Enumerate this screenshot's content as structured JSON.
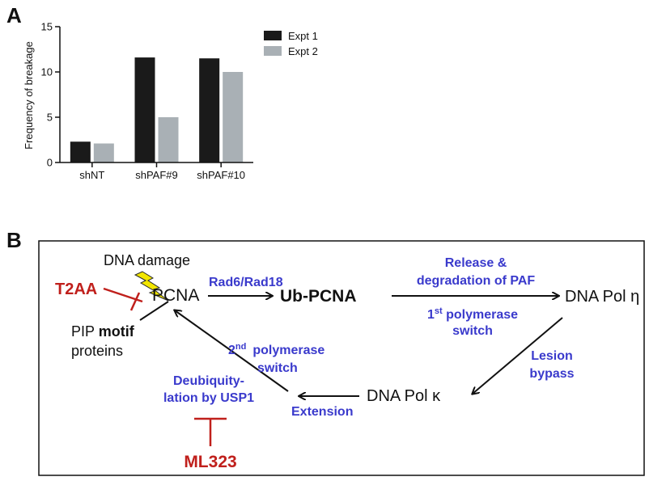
{
  "panel_a_label": "A",
  "panel_b_label": "B",
  "chart_data": {
    "type": "bar",
    "title": "",
    "xlabel": "",
    "ylabel": "Frequency of breakage",
    "ylim": [
      0,
      15
    ],
    "yticks": [
      0,
      5,
      10,
      15
    ],
    "categories": [
      "shNT",
      "shPAF#9",
      "shPAF#10"
    ],
    "series": [
      {
        "name": "Expt 1",
        "values": [
          2.3,
          11.6,
          11.5
        ],
        "color": "#1a1a1a"
      },
      {
        "name": "Expt 2",
        "values": [
          2.1,
          5.0,
          10.0
        ],
        "color": "#a9b0b5"
      }
    ],
    "legend_position": "top-right",
    "grid": false
  },
  "diagram": {
    "dna_damage": "DNA damage",
    "pcna": "PCNA",
    "pip_line1": "PIP",
    "pip_bold": "motif",
    "pip_line2": "proteins",
    "t2aa": "T2AA",
    "rad6": "Rad6/Rad18",
    "ub_pcna": "Ub-PCNA",
    "release_line1": "Release &",
    "release_line2": "degradation of PAF",
    "first_switch_num": "1",
    "first_switch_sup": "st",
    "first_switch_rest": " polymerase",
    "first_switch_line2": "switch",
    "dna_pol_eta": "DNA Pol η",
    "lesion_line1": "Lesion",
    "lesion_line2": "bypass",
    "dna_pol_kappa": "DNA Pol κ",
    "extension": "Extension",
    "second_switch_num": "2",
    "second_switch_sup": "nd",
    "second_switch_rest": "polymerase",
    "second_switch_line2": "switch",
    "deubiq_line1": "Deubiquity-",
    "deubiq_line2": "lation by USP1",
    "ml323": "ML323",
    "colors": {
      "blue": "#3a3acc",
      "red": "#c0201c",
      "lightning": "#f2e600"
    }
  }
}
